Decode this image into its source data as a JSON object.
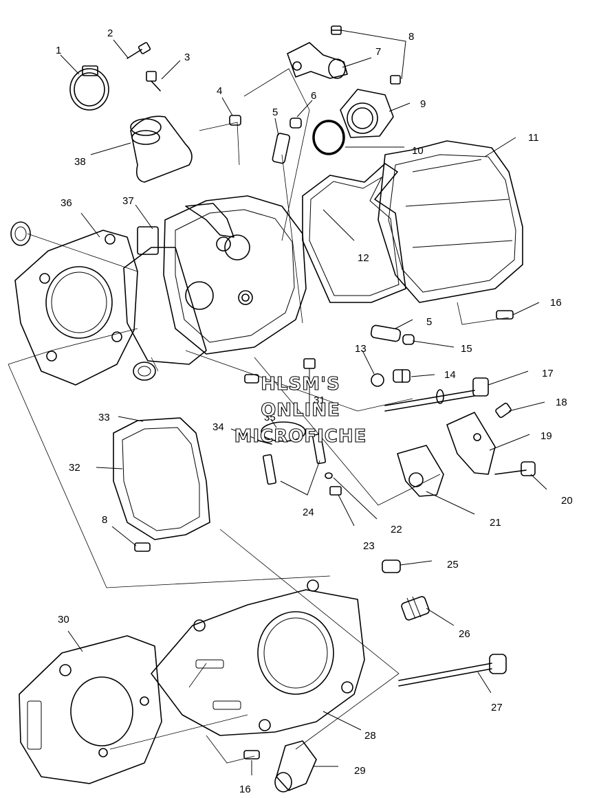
{
  "watermark": {
    "line1": "HLSM'S",
    "line2": "ONLINE",
    "line3": "MICROFICHE"
  },
  "callouts": [
    "1",
    "2",
    "3",
    "4",
    "5",
    "6",
    "7",
    "8",
    "9",
    "10",
    "11",
    "12",
    "5",
    "13",
    "14",
    "15",
    "16",
    "17",
    "18",
    "19",
    "20",
    "21",
    "22",
    "23",
    "24",
    "25",
    "26",
    "27",
    "28",
    "29",
    "30",
    "31",
    "32",
    "33",
    "34",
    "35",
    "36",
    "37",
    "38",
    "8",
    "16"
  ],
  "colors": {
    "ink": "#000000",
    "paper": "#ffffff"
  }
}
